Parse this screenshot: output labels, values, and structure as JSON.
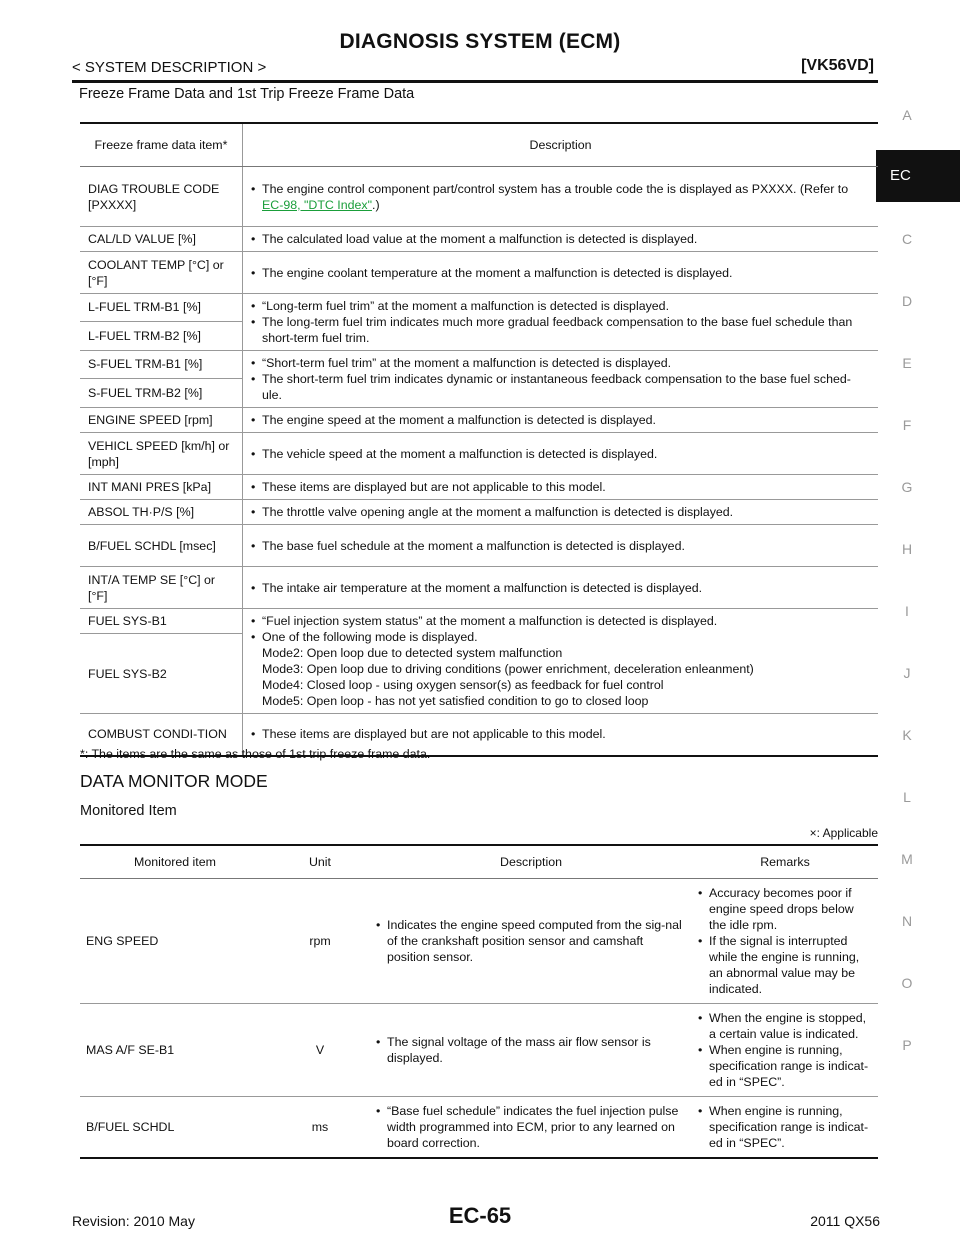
{
  "header": {
    "title": "DIAGNOSIS SYSTEM (ECM)",
    "breadcrumb": "< SYSTEM DESCRIPTION >",
    "model_code": "[VK56VD]",
    "section_title": "Freeze Frame Data and 1st Trip Freeze Frame Data"
  },
  "side_index": {
    "items": [
      "A",
      "EC",
      "C",
      "D",
      "E",
      "F",
      "G",
      "H",
      "I",
      "J",
      "K",
      "L",
      "M",
      "N",
      "O",
      "P"
    ],
    "active": "EC"
  },
  "freeze_table": {
    "col1_header": "Freeze frame data item*",
    "col2_header": "Description",
    "rows": [
      {
        "item": "DIAG TROUBLE CODE [PXXXX]",
        "desc": "The engine control component part/control system has a trouble code the is displayed as PXXXX. (Refer to",
        "link": "EC-98, \"DTC Index\"",
        "tail": ".)"
      },
      {
        "item": "CAL/LD VALUE [%]",
        "desc": "The calculated load value at the moment a malfunction is detected is displayed."
      },
      {
        "item": "COOLANT TEMP [°C] or [°F]",
        "desc": "The engine coolant temperature at the moment a malfunction is detected is displayed."
      },
      {
        "item_a": "L-FUEL TRM-B1 [%]",
        "item_b": "L-FUEL TRM-B2 [%]",
        "bullets": [
          "“Long-term fuel trim” at the moment a malfunction is detected is displayed.",
          "The long-term fuel trim indicates much more gradual feedback compensation to the base fuel schedule than short-term fuel trim."
        ]
      },
      {
        "item_a": "S-FUEL TRM-B1 [%]",
        "item_b": "S-FUEL TRM-B2 [%]",
        "bullets": [
          "“Short-term fuel trim” at the moment a malfunction is detected is displayed.",
          "The short-term fuel trim indicates dynamic or instantaneous feedback compensation to the base fuel sched-ule."
        ]
      },
      {
        "item": "ENGINE SPEED [rpm]",
        "desc": "The engine speed at the moment a malfunction is detected is displayed."
      },
      {
        "item": "VEHICL SPEED [km/h] or [mph]",
        "desc": "The vehicle speed at the moment a malfunction is detected is displayed."
      },
      {
        "item": "INT MANI PRES [kPa]",
        "desc": "These items are displayed but are not applicable to this model."
      },
      {
        "item": "ABSOL TH·P/S [%]",
        "desc": "The throttle valve opening angle at the moment a malfunction is detected is displayed."
      },
      {
        "item": "B/FUEL SCHDL [msec]",
        "desc": "The base fuel schedule at the moment a malfunction is detected is displayed."
      },
      {
        "item": "INT/A TEMP SE [°C] or [°F]",
        "desc": "The intake air temperature at the moment a malfunction is detected is displayed."
      },
      {
        "item_a": "FUEL SYS-B1",
        "item_b": "FUEL SYS-B2",
        "bullets": [
          "“Fuel injection system status” at the moment a malfunction is detected is displayed.",
          "One of the following mode is displayed."
        ],
        "modes": [
          "Mode2: Open loop due to detected system malfunction",
          "Mode3: Open loop due to driving conditions (power enrichment, deceleration enleanment)",
          "Mode4: Closed loop - using oxygen sensor(s) as feedback for fuel control",
          "Mode5: Open loop - has not yet satisfied condition to go to closed loop"
        ]
      },
      {
        "item": "COMBUST CONDI-TION",
        "desc": "These items are displayed but are not applicable to this model."
      }
    ],
    "footnote": "*: The items are the same as those of 1st trip freeze frame data."
  },
  "data_monitor": {
    "heading": "DATA MONITOR MODE",
    "subheading": "Monitored Item",
    "legend": "×: Applicable",
    "headers": [
      "Monitored item",
      "Unit",
      "Description",
      "Remarks"
    ],
    "rows": [
      {
        "item": "ENG SPEED",
        "unit": "rpm",
        "desc": [
          "Indicates the engine speed computed from the sig-nal of the crankshaft position sensor and camshaft position sensor."
        ],
        "remarks": [
          "Accuracy becomes poor if engine speed drops below the idle rpm.",
          "If the signal is interrupted while the engine is running, an abnormal value may be indicated."
        ]
      },
      {
        "item": "MAS A/F SE-B1",
        "unit": "V",
        "desc": [
          "The signal voltage of the mass air flow sensor is displayed."
        ],
        "remarks": [
          "When the engine is stopped, a certain value is indicated.",
          "When engine is running, specification range is indicat-ed in “SPEC”."
        ]
      },
      {
        "item": "B/FUEL SCHDL",
        "unit": "ms",
        "desc": [
          "“Base fuel schedule” indicates the fuel injection pulse width programmed into ECM, prior to any learned on board correction."
        ],
        "remarks": [
          "When engine is running, specification range is indicat-ed in “SPEC”."
        ]
      }
    ]
  },
  "footer": {
    "revision": "Revision: 2010 May",
    "page": "EC-65",
    "model": "2011 QX56"
  }
}
